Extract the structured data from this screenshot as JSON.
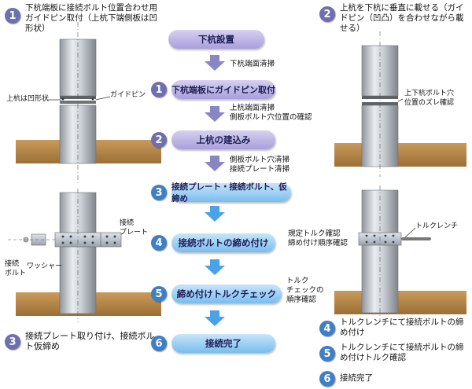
{
  "left": {
    "step1": {
      "num": "1",
      "caption": "下杭端板に接続ボルト位置合わせ用ガイドピン取付（上杭下端側板は凹形状）",
      "label_lower": "上杭は凹形状",
      "label_pin": "ガイドピン"
    },
    "step3": {
      "num": "3",
      "caption": "接続プレート取り付け、接続ボルト仮締め",
      "label_plate": "接続\nプレート",
      "label_bolt": "接続\nボルト",
      "label_washer": "ワッシャー"
    }
  },
  "flow": {
    "start": "下杭設置",
    "note_a": "下杭端面清掃",
    "steps": [
      {
        "num": "1",
        "label": "下杭端板にガイドピン取付"
      },
      {
        "num": "2",
        "label": "上杭の建込み"
      },
      {
        "num": "3",
        "label": "接続プレート・接続ボルト、仮締め"
      },
      {
        "num": "4",
        "label": "接続ボルトの締め付け"
      },
      {
        "num": "5",
        "label": "締め付けトルクチェック"
      },
      {
        "num": "6",
        "label": "接続完了"
      }
    ],
    "note_b": "上杭端面清掃\n側板ボルト穴位置の確認",
    "note_c": "側板ボルト穴清掃\n接続プレート清掃",
    "note_d": "規定トルク確認\n締め付け順序確認",
    "note_e": "トルク\nチェックの\n順序確認"
  },
  "right": {
    "step2": {
      "num": "2",
      "caption": "上杭を下杭に垂直に載せる（ガイドピン（凹凸）を合わせながら載せる）",
      "label_misalign": "上下杭ボルト穴\n位置のズレ確認"
    },
    "label_wrench": "トルクレンチ",
    "captions": [
      {
        "num": "4",
        "text": "トルクレンチにて接続ボルトの締め付け"
      },
      {
        "num": "5",
        "text": "トルクレンチにて接続ボルトの締め付けトルク確認"
      },
      {
        "num": "6",
        "text": "接続完了"
      }
    ]
  },
  "colors": {
    "step_purple": "#a99fdc",
    "step_blue": "#79bdee",
    "num_purple": "#6e6fae",
    "num_blue": "#3f7fc6",
    "soil": "#b98a4a",
    "arrow_purple": "#8a86c6",
    "arrow_blue": "#4aa3e6"
  }
}
